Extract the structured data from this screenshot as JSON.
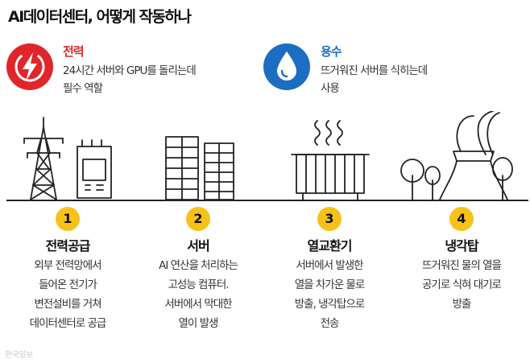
{
  "title": "AI데이터센터, 어떻게 작동하나",
  "resources": {
    "power": {
      "label": "전력",
      "desc": "24시간 서버와 GPU를 돌리는데\n필수 역할",
      "color": "#e0262b",
      "icon": "lightning-icon"
    },
    "water": {
      "label": "용수",
      "desc": "뜨거워진 서버를 식히는데\n사용",
      "color": "#1b6ec2",
      "icon": "water-drop-icon"
    }
  },
  "steps": [
    {
      "number": "1",
      "title": "전력공급",
      "desc": "외부 전력망에서\n들어온 전기가\n변전설비를 거쳐\n데이터센터로 공급"
    },
    {
      "number": "2",
      "title": "서버",
      "desc": "AI 연산을 처리하는\n고성능 컴퓨터.\n서버에서 막대한\n열이 발생"
    },
    {
      "number": "3",
      "title": "열교환기",
      "desc": "서버에서 발생한\n열을 차가운 물로\n방출, 냉각탑으로\n전송"
    },
    {
      "number": "4",
      "title": "냉각탑",
      "desc": "뜨거워진 물의 열을\n공기로 식혀 대기로\n방출"
    }
  ],
  "colors": {
    "accent_yellow": "#f6c21a",
    "line": "#222222"
  },
  "credit": "한국일보"
}
